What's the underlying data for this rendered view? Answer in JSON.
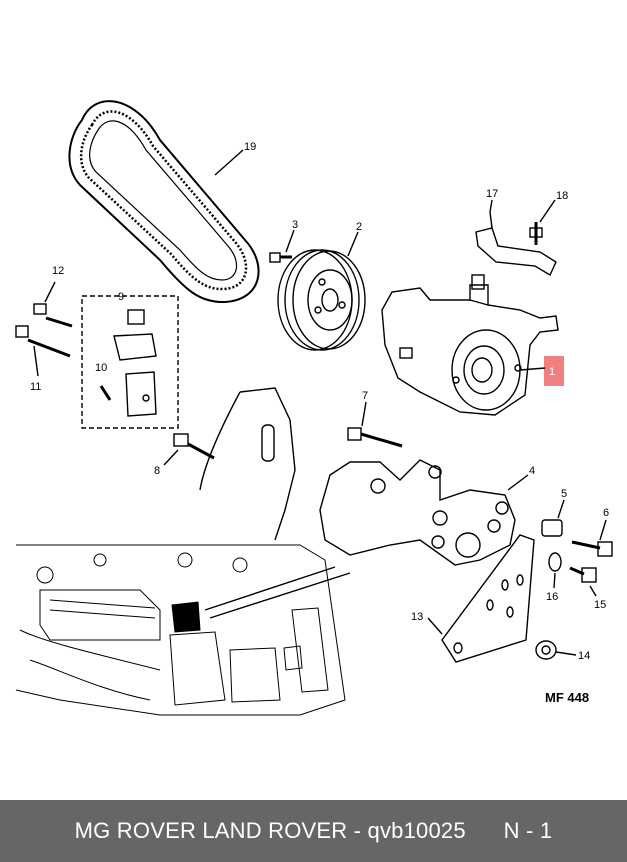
{
  "diagram": {
    "callouts": {
      "p1": "1",
      "p2": "2",
      "p3": "3",
      "p4": "4",
      "p5": "5",
      "p6": "6",
      "p7": "7",
      "p8": "8",
      "p9": "9",
      "p10": "10",
      "p11": "11",
      "p12": "12",
      "p13": "13",
      "p14": "14",
      "p15": "15",
      "p16": "16",
      "p17": "17",
      "p18": "18",
      "p19": "19"
    },
    "figure_code": "MF 448",
    "highlight_color": "#f08080"
  },
  "footer": {
    "title": "MG ROVER LAND ROVER - qvb10025",
    "page": "N - 1"
  }
}
